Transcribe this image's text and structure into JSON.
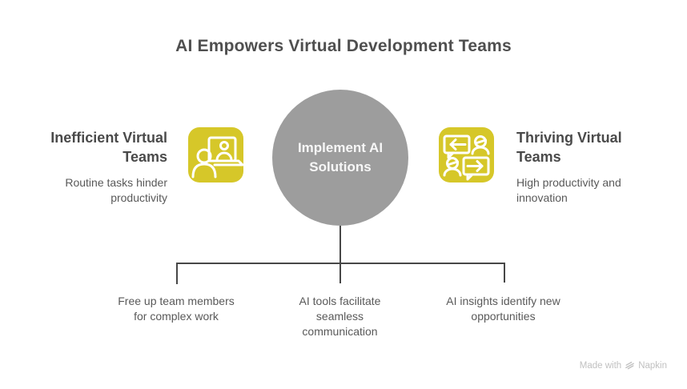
{
  "title": "AI Empowers Virtual Development Teams",
  "problem": {
    "heading": "Inefficient Virtual Teams",
    "description": "Routine tasks hinder productivity",
    "icon": "video-call-icon"
  },
  "solution": {
    "label": "Implement AI Solutions"
  },
  "outcome": {
    "heading": "Thriving Virtual Teams",
    "description": "High productivity and innovation",
    "icon": "chat-exchange-icon"
  },
  "benefits": [
    {
      "label": "Free up team members for complex work"
    },
    {
      "label": "AI tools facilitate seamless communication"
    },
    {
      "label": "AI insights identify new opportunities"
    }
  ],
  "footer": {
    "prefix": "Made with",
    "brand": "Napkin",
    "icon": "napkin-logo-icon"
  },
  "colors": {
    "accent_yellow": "#D6C729",
    "circle_gray": "#9D9D9D",
    "title_text": "#4F4F4F",
    "body_text": "#595959",
    "connector_line": "#474747",
    "footer_text": "#C1C1C1",
    "background": "#FFFFFF"
  }
}
